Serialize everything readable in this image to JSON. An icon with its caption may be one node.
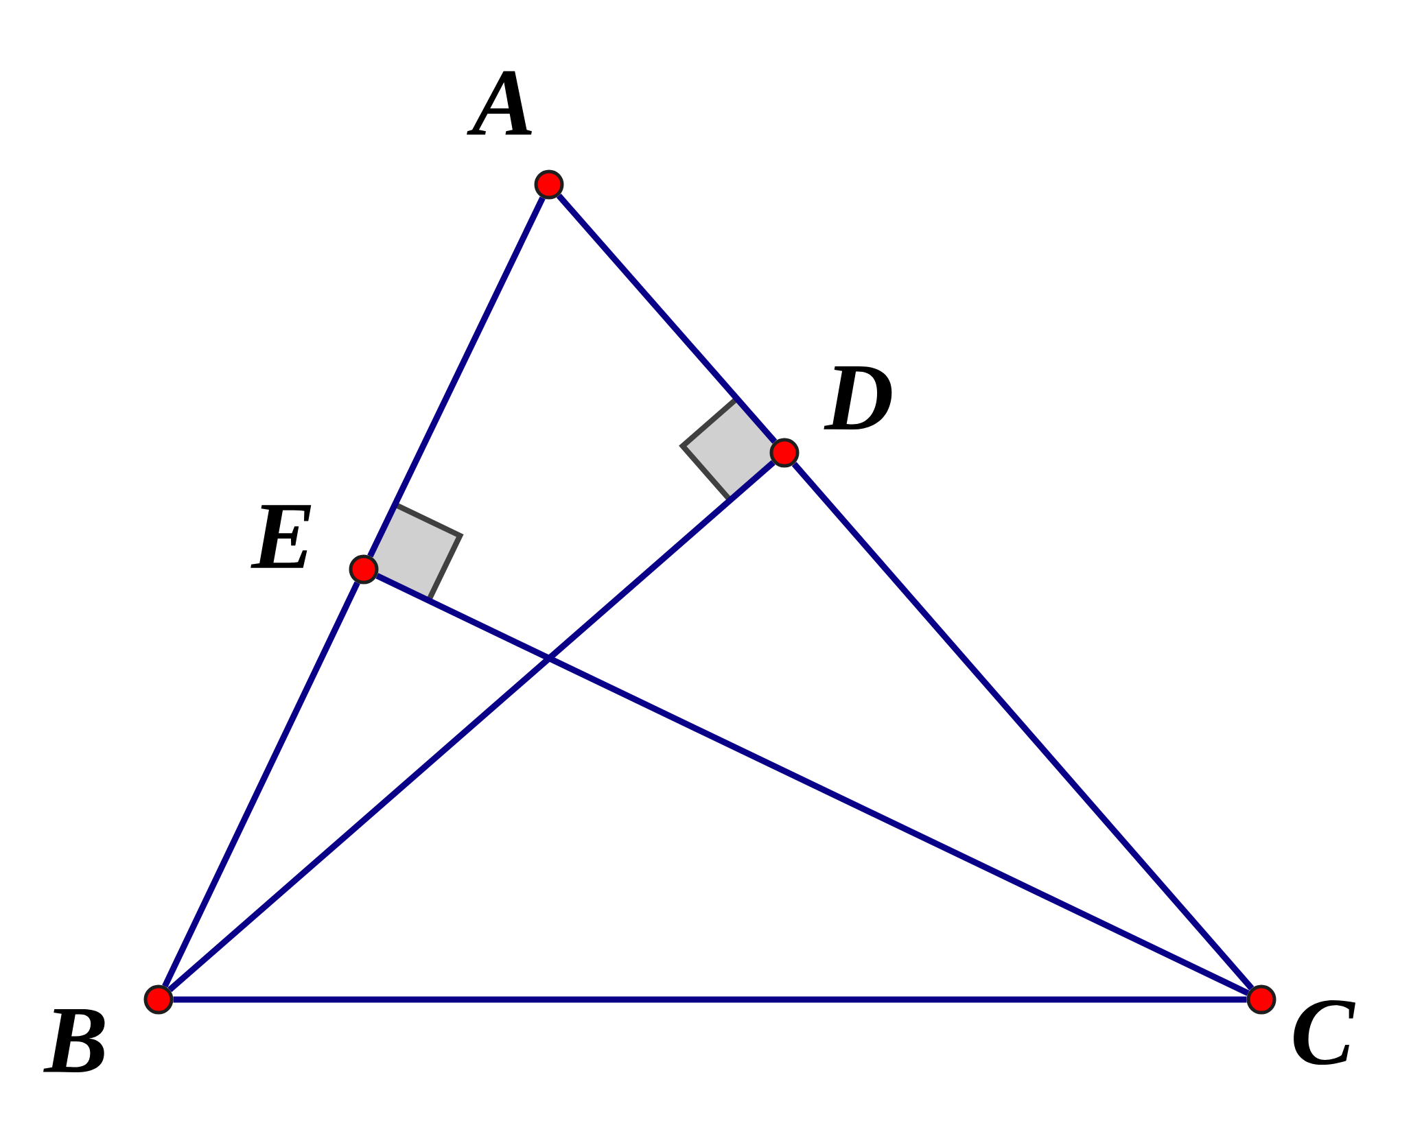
{
  "diagram": {
    "nodes": [
      {
        "text": [],
        "shape": "circle",
        "beside": [
          "A"
        ]
      },
      {
        "text": [],
        "shape": "circle",
        "beside": [
          "B"
        ]
      },
      {
        "text": [],
        "shape": "circle",
        "beside": [
          "C"
        ]
      },
      {
        "text": [],
        "shape": "circle",
        "beside": [
          "D"
        ]
      },
      {
        "text": [],
        "shape": "circle",
        "beside": [
          "E"
        ]
      }
    ],
    "edges": [
      {
        "from": 0,
        "to": 4,
        "arrow": "none"
      },
      {
        "from": 4,
        "to": 1,
        "arrow": "none"
      },
      {
        "from": 0,
        "to": 3,
        "arrow": "none"
      },
      {
        "from": 3,
        "to": 2,
        "arrow": "none"
      },
      {
        "from": 1,
        "to": 2,
        "arrow": "none"
      },
      {
        "from": 1,
        "to": 3,
        "arrow": "none"
      },
      {
        "from": 4,
        "to": 2,
        "arrow": "none"
      }
    ]
  }
}
